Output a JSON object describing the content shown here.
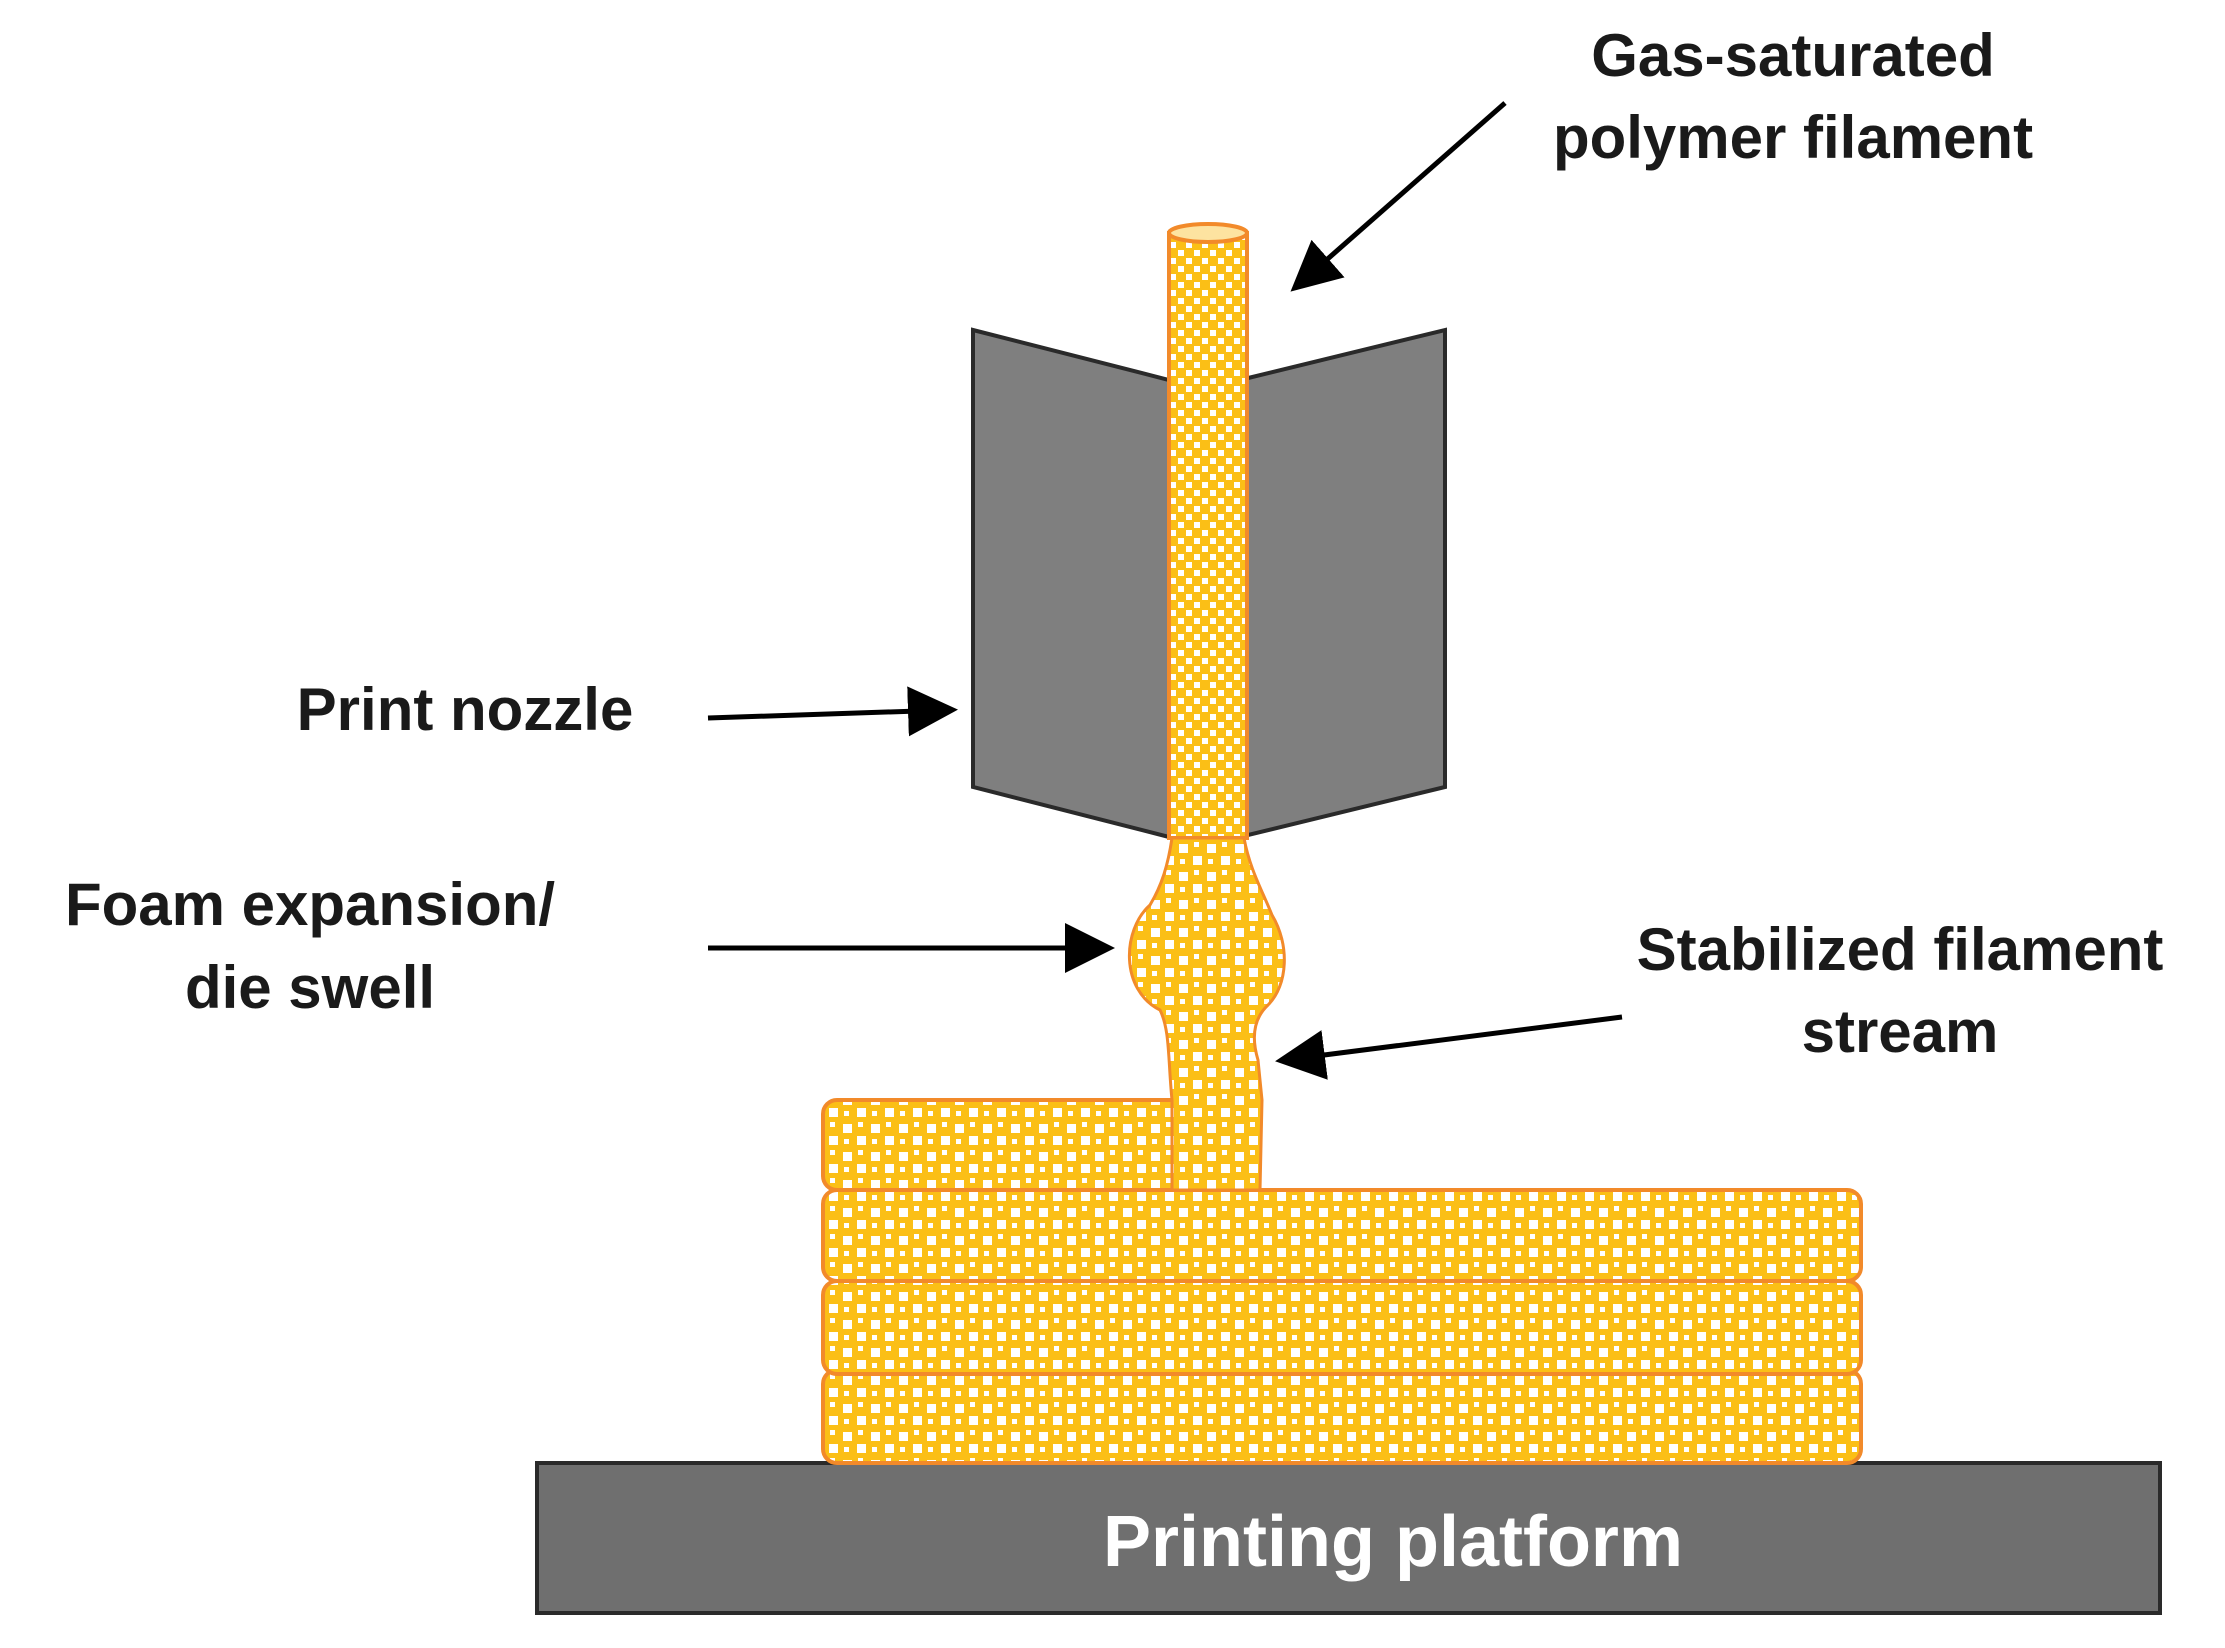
{
  "labels": {
    "gas_line1": "Gas-saturated",
    "gas_line2": "polymer filament",
    "nozzle": "Print nozzle",
    "foam_line1": "Foam expansion/",
    "foam_line2": "die swell",
    "stab_line1": "Stabilized filament",
    "stab_line2": "stream",
    "platform": "Printing platform"
  },
  "colors": {
    "nozzle": "#7f7f7f",
    "platform": "#6f6f6f",
    "filament_fill": "#fbbf16",
    "filament_outline": "#f28a2a",
    "arrow": "#000000"
  }
}
